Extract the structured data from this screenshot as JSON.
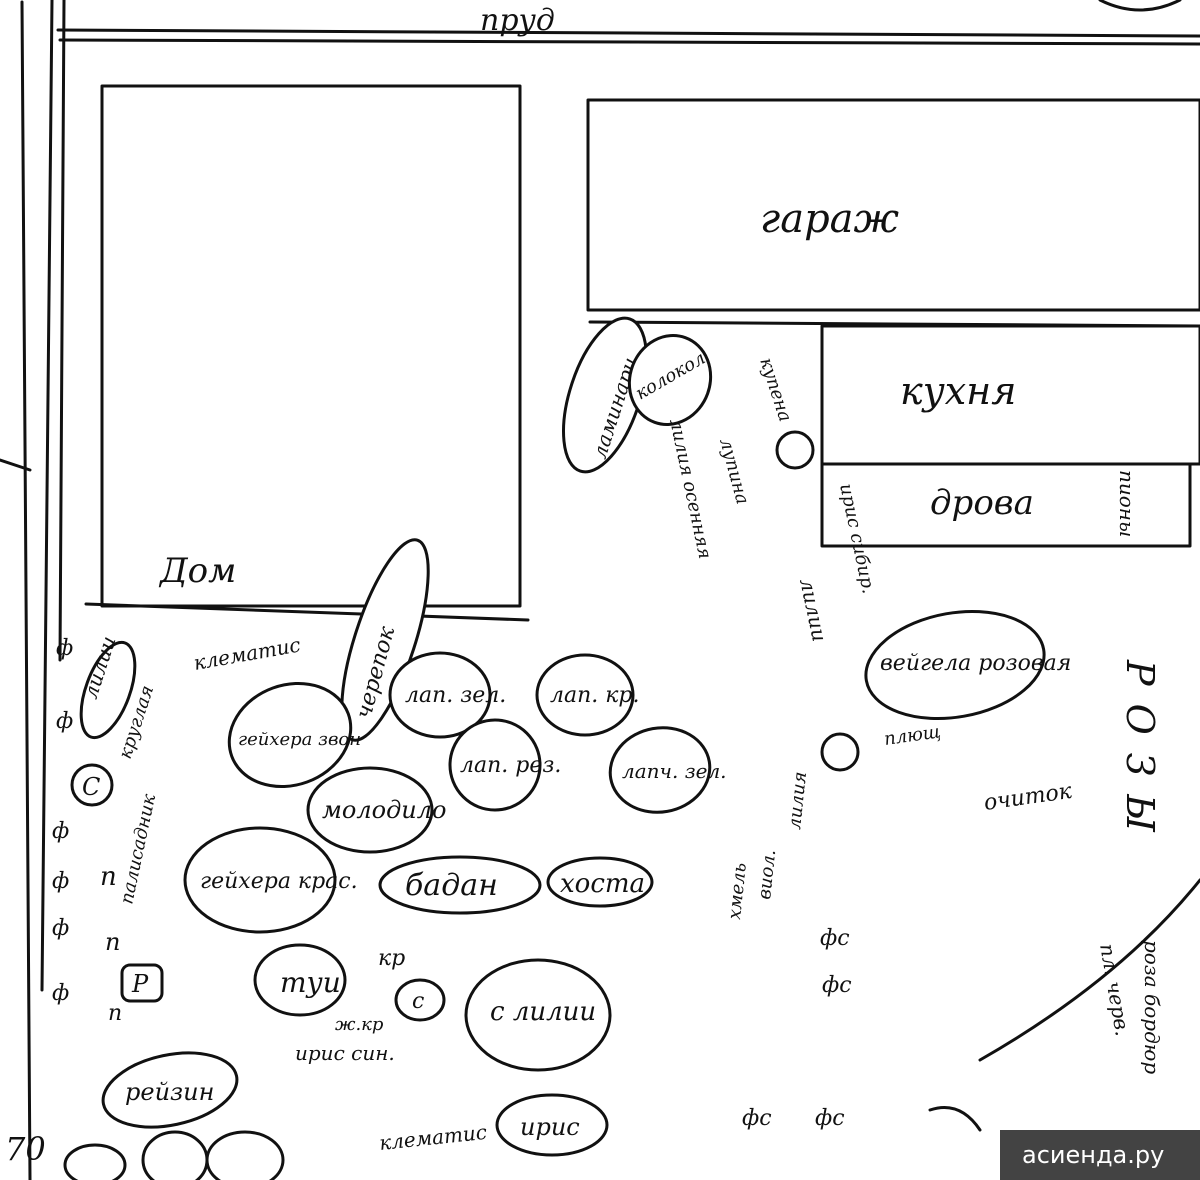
{
  "buildings": {
    "house": "Дом",
    "garage": "гараж",
    "kitchen": "кухня",
    "firewood": "дрова"
  },
  "road_label": "пруд",
  "roses_label": "РОЗЫ",
  "beds": {
    "lilii": "лилии",
    "laminaria": "ламинари",
    "kolokolchik": "колокол",
    "cherepok": "черепок",
    "geyhera_zvon": "гейхера звон",
    "lap_zel": "лап. зел.",
    "lap_kr": "лап. кр.",
    "lap_rez": "лап. рез.",
    "lapch_zel": "лапч. зел.",
    "molodil": "молодило",
    "geyhera_kras": "гейхера крас.",
    "badan": "бадан",
    "hosta": "хоста",
    "tui": "туи",
    "s_small": "с",
    "s_lilies": "с лилии",
    "rebirn": "рейзин",
    "iris": "ирис",
    "veigela": "вейгела розовая"
  },
  "markers": {
    "f1": "ф",
    "f2": "ф",
    "f3": "ф",
    "f4": "ф",
    "f5": "ф",
    "f6": "ф",
    "p1": "п",
    "p2": "п",
    "p3": "п",
    "c1": "С",
    "r1": "Р",
    "kr": "кр",
    "zh": "ж.кр",
    "seventy": "70",
    "fs1": "фс",
    "fs2": "фс",
    "fs3": "фс",
    "fs4": "фс"
  },
  "notes": {
    "klematis": "клематис",
    "kruglaya": "круглая",
    "palisadnik": "палисадник",
    "kupena": "купена",
    "lupina": "лупина",
    "lilia_osen": "лилия осенняя",
    "lilii_mult": "лилии",
    "iris_sibir": "ирис сибир.",
    "piony": "пионы",
    "ochitok": "очиток",
    "plyushch": "плющ",
    "iris_sin": "ирис син.",
    "klema_tis2": "клематис",
    "hmel": "хмель",
    "viol": "виол.",
    "liliya_pk": "лилия",
    "roz_bord": "роза бордюр",
    "pl_cherv": "пл. черв."
  },
  "watermark": "асиенда.ру"
}
